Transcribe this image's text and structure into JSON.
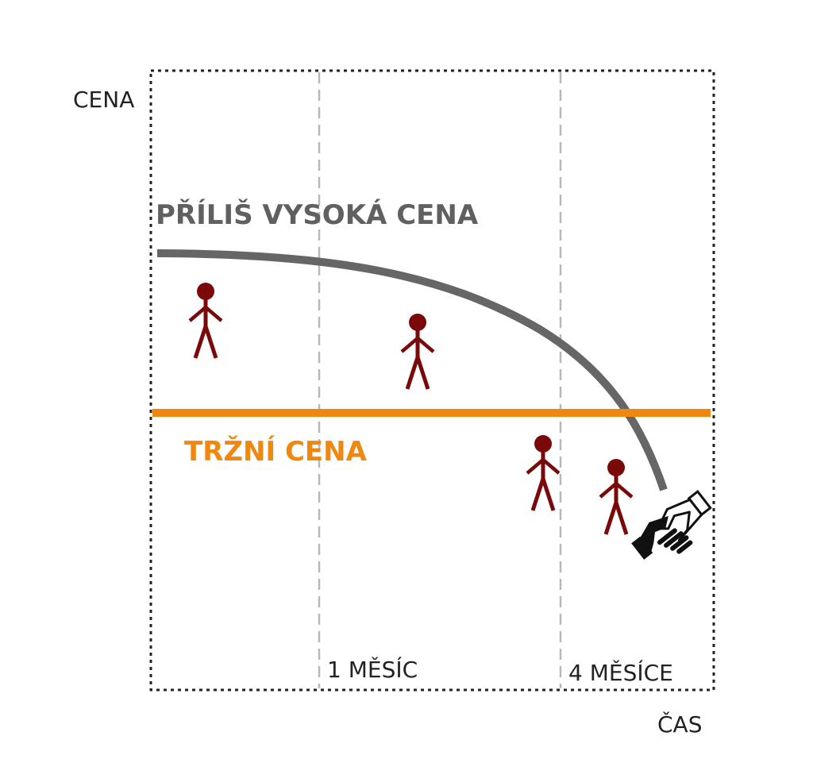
{
  "labels": {
    "y_axis": "CENA",
    "x_axis": "ČAS",
    "high_price": "PŘÍLIŠ VYSOKÁ CENA",
    "market_price": "TRŽNÍ CENA",
    "tick_1": "1 MĚSÍC",
    "tick_2": "4 MĚSÍCE"
  },
  "colors": {
    "high_price_curve": "#666666",
    "market_price_line": "#f0870f",
    "person": "#7a0a0a",
    "frame": "#222222",
    "divider": "#b8b8b8"
  },
  "icons": {
    "person": "person-icon",
    "deal": "handshake-icon"
  }
}
